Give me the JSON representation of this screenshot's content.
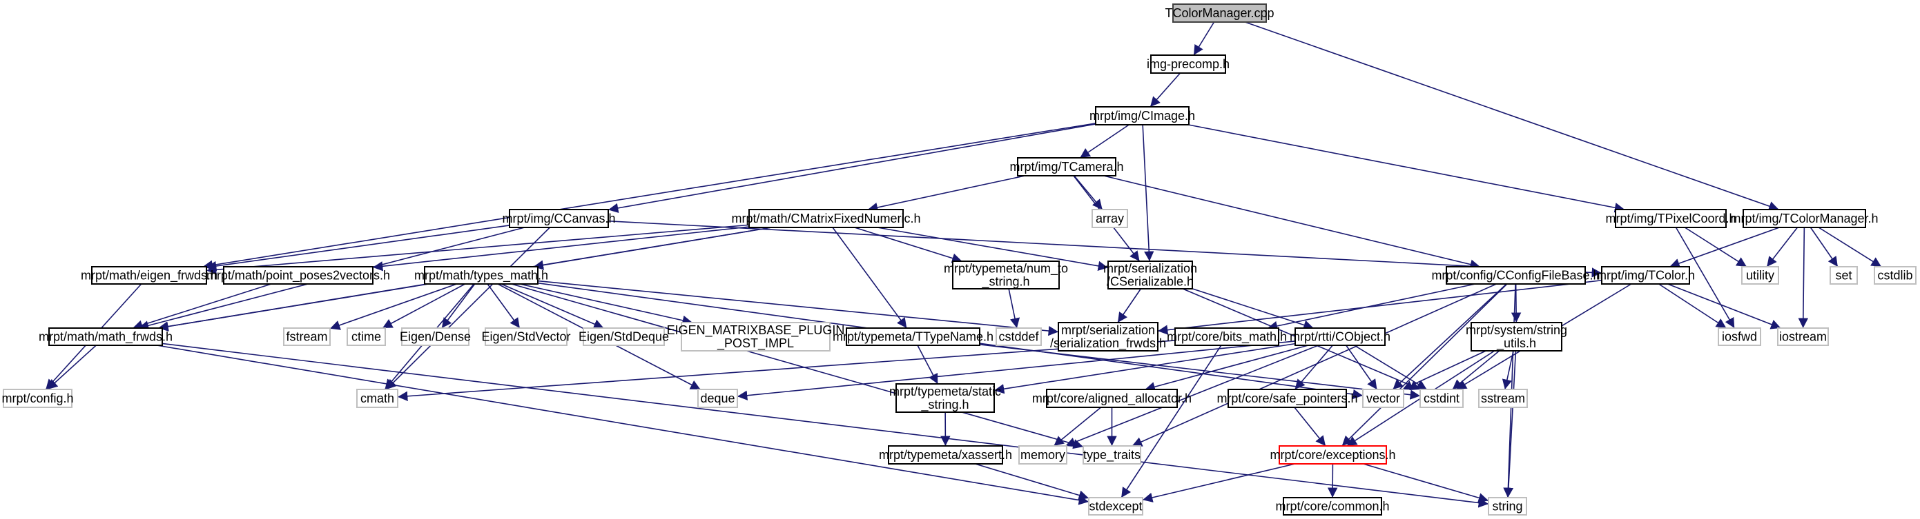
{
  "title": "TColorManager.cpp",
  "colors": {
    "edge": "#191970",
    "node_border": "#000000",
    "system_border": "#bfbfbf",
    "root_fill": "#bfbfbf",
    "error_border": "#ff0000"
  },
  "nodes": [
    {
      "id": "cpp",
      "lines": [
        "TColorManager.cpp"
      ],
      "kind": "root"
    },
    {
      "id": "imgprecomp",
      "lines": [
        "img-precomp.h"
      ],
      "kind": "header"
    },
    {
      "id": "cimage",
      "lines": [
        "mrpt/img/CImage.h"
      ],
      "kind": "header"
    },
    {
      "id": "tcamera",
      "lines": [
        "mrpt/img/TCamera.h"
      ],
      "kind": "header"
    },
    {
      "id": "ccanvas",
      "lines": [
        "mrpt/img/CCanvas.h"
      ],
      "kind": "header"
    },
    {
      "id": "cmatrix",
      "lines": [
        "mrpt/math/CMatrixFixedNumeric.h"
      ],
      "kind": "header"
    },
    {
      "id": "array",
      "lines": [
        "array"
      ],
      "kind": "system"
    },
    {
      "id": "tpixel",
      "lines": [
        "mrpt/img/TPixelCoord.h"
      ],
      "kind": "header"
    },
    {
      "id": "tcmh",
      "lines": [
        "mrpt/img/TColorManager.h"
      ],
      "kind": "header"
    },
    {
      "id": "eigenfrwds",
      "lines": [
        "mrpt/math/eigen_frwds.h"
      ],
      "kind": "header"
    },
    {
      "id": "pp2v",
      "lines": [
        "mrpt/math/point_poses2vectors.h"
      ],
      "kind": "header"
    },
    {
      "id": "typesmath",
      "lines": [
        "mrpt/math/types_math.h"
      ],
      "kind": "header"
    },
    {
      "id": "num2str",
      "lines": [
        "mrpt/typemeta/num_to",
        "_string.h"
      ],
      "kind": "header"
    },
    {
      "id": "cserial",
      "lines": [
        "mrpt/serialization",
        "/CSerializable.h"
      ],
      "kind": "header"
    },
    {
      "id": "cconfig",
      "lines": [
        "mrpt/config/CConfigFileBase.h"
      ],
      "kind": "header"
    },
    {
      "id": "tcolor",
      "lines": [
        "mrpt/img/TColor.h"
      ],
      "kind": "header"
    },
    {
      "id": "utility",
      "lines": [
        "utility"
      ],
      "kind": "system"
    },
    {
      "id": "set",
      "lines": [
        "set"
      ],
      "kind": "system"
    },
    {
      "id": "cstdlib",
      "lines": [
        "cstdlib"
      ],
      "kind": "system"
    },
    {
      "id": "mathfrwds",
      "lines": [
        "mrpt/math/math_frwds.h"
      ],
      "kind": "header"
    },
    {
      "id": "fstream",
      "lines": [
        "fstream"
      ],
      "kind": "system"
    },
    {
      "id": "ctime",
      "lines": [
        "ctime"
      ],
      "kind": "system"
    },
    {
      "id": "eigendense",
      "lines": [
        "Eigen/Dense"
      ],
      "kind": "system"
    },
    {
      "id": "eigenstdvec",
      "lines": [
        "Eigen/StdVector"
      ],
      "kind": "system"
    },
    {
      "id": "eigenstddeq",
      "lines": [
        "Eigen/StdDeque"
      ],
      "kind": "system"
    },
    {
      "id": "eigenplugin",
      "lines": [
        "EIGEN_MATRIXBASE_PLUGIN",
        "_POST_IMPL"
      ],
      "kind": "system"
    },
    {
      "id": "ttypename",
      "lines": [
        "mrpt/typemeta/TTypeName.h"
      ],
      "kind": "header"
    },
    {
      "id": "cstddef",
      "lines": [
        "cstddef"
      ],
      "kind": "system"
    },
    {
      "id": "serfrwds",
      "lines": [
        "mrpt/serialization",
        "/serialization_frwds.h"
      ],
      "kind": "header"
    },
    {
      "id": "bitsmath",
      "lines": [
        "mrpt/core/bits_math.h"
      ],
      "kind": "header"
    },
    {
      "id": "cobject",
      "lines": [
        "mrpt/rtti/CObject.h"
      ],
      "kind": "header"
    },
    {
      "id": "strutils",
      "lines": [
        "mrpt/system/string",
        "_utils.h"
      ],
      "kind": "header"
    },
    {
      "id": "iosfwd",
      "lines": [
        "iosfwd"
      ],
      "kind": "system"
    },
    {
      "id": "iostream",
      "lines": [
        "iostream"
      ],
      "kind": "system"
    },
    {
      "id": "config",
      "lines": [
        "mrpt/config.h"
      ],
      "kind": "system"
    },
    {
      "id": "cmath",
      "lines": [
        "cmath"
      ],
      "kind": "system"
    },
    {
      "id": "deque",
      "lines": [
        "deque"
      ],
      "kind": "system"
    },
    {
      "id": "staticstr",
      "lines": [
        "mrpt/typemeta/static",
        "_string.h"
      ],
      "kind": "header"
    },
    {
      "id": "alignedalloc",
      "lines": [
        "mrpt/core/aligned_allocator.h"
      ],
      "kind": "header"
    },
    {
      "id": "safeptr",
      "lines": [
        "mrpt/core/safe_pointers.h"
      ],
      "kind": "header"
    },
    {
      "id": "vector",
      "lines": [
        "vector"
      ],
      "kind": "system"
    },
    {
      "id": "cstdint",
      "lines": [
        "cstdint"
      ],
      "kind": "system"
    },
    {
      "id": "sstream",
      "lines": [
        "sstream"
      ],
      "kind": "system"
    },
    {
      "id": "xassert",
      "lines": [
        "mrpt/typemeta/xassert.h"
      ],
      "kind": "header"
    },
    {
      "id": "memory",
      "lines": [
        "memory"
      ],
      "kind": "system"
    },
    {
      "id": "typetraits",
      "lines": [
        "type_traits"
      ],
      "kind": "system"
    },
    {
      "id": "exceptions",
      "lines": [
        "mrpt/core/exceptions.h"
      ],
      "kind": "error"
    },
    {
      "id": "stdexcept",
      "lines": [
        "stdexcept"
      ],
      "kind": "system"
    },
    {
      "id": "common",
      "lines": [
        "mrpt/core/common.h"
      ],
      "kind": "header"
    },
    {
      "id": "string",
      "lines": [
        "string"
      ],
      "kind": "system"
    }
  ],
  "edges": [
    [
      "cpp",
      "imgprecomp"
    ],
    [
      "cpp",
      "tcmh"
    ],
    [
      "imgprecomp",
      "cimage"
    ],
    [
      "cimage",
      "tcamera"
    ],
    [
      "cimage",
      "ccanvas"
    ],
    [
      "cimage",
      "eigenfrwds"
    ],
    [
      "cimage",
      "cserial"
    ],
    [
      "cimage",
      "tpixel"
    ],
    [
      "tcamera",
      "cmatrix"
    ],
    [
      "tcamera",
      "array"
    ],
    [
      "tcamera",
      "cserial"
    ],
    [
      "tcamera",
      "cconfig"
    ],
    [
      "ccanvas",
      "eigenfrwds"
    ],
    [
      "ccanvas",
      "tcolor"
    ],
    [
      "ccanvas",
      "cmath"
    ],
    [
      "ccanvas",
      "mathfrwds"
    ],
    [
      "cmatrix",
      "eigenfrwds"
    ],
    [
      "cmatrix",
      "pp2v"
    ],
    [
      "cmatrix",
      "typesmath"
    ],
    [
      "cmatrix",
      "mathfrwds"
    ],
    [
      "cmatrix",
      "num2str"
    ],
    [
      "cmatrix",
      "cserial"
    ],
    [
      "cmatrix",
      "ttypename"
    ],
    [
      "pp2v",
      "mathfrwds"
    ],
    [
      "eigenfrwds",
      "config"
    ],
    [
      "typesmath",
      "mathfrwds"
    ],
    [
      "typesmath",
      "fstream"
    ],
    [
      "typesmath",
      "ctime"
    ],
    [
      "typesmath",
      "eigendense"
    ],
    [
      "typesmath",
      "eigenstdvec"
    ],
    [
      "typesmath",
      "eigenstddeq"
    ],
    [
      "typesmath",
      "eigenplugin"
    ],
    [
      "typesmath",
      "serfrwds"
    ],
    [
      "typesmath",
      "vector"
    ],
    [
      "typesmath",
      "deque"
    ],
    [
      "typesmath",
      "cmath"
    ],
    [
      "typesmath",
      "typetraits"
    ],
    [
      "mathfrwds",
      "config"
    ],
    [
      "mathfrwds",
      "stdexcept"
    ],
    [
      "mathfrwds",
      "string"
    ],
    [
      "num2str",
      "cstddef"
    ],
    [
      "cserial",
      "serfrwds"
    ],
    [
      "cserial",
      "cobject"
    ],
    [
      "cserial",
      "cstdint"
    ],
    [
      "ttypename",
      "staticstr"
    ],
    [
      "ttypename",
      "cstdint"
    ],
    [
      "staticstr",
      "xassert"
    ],
    [
      "xassert",
      "stdexcept"
    ],
    [
      "bitsmath",
      "cmath"
    ],
    [
      "bitsmath",
      "stdexcept"
    ],
    [
      "cobject",
      "deque"
    ],
    [
      "cobject",
      "memory"
    ],
    [
      "cobject",
      "staticstr"
    ],
    [
      "cobject",
      "alignedalloc"
    ],
    [
      "cobject",
      "safeptr"
    ],
    [
      "cobject",
      "vector"
    ],
    [
      "cobject",
      "cstdint"
    ],
    [
      "alignedalloc",
      "memory"
    ],
    [
      "alignedalloc",
      "typetraits"
    ],
    [
      "safeptr",
      "exceptions"
    ],
    [
      "exceptions",
      "stdexcept"
    ],
    [
      "exceptions",
      "common"
    ],
    [
      "exceptions",
      "string"
    ],
    [
      "cconfig",
      "bitsmath"
    ],
    [
      "cconfig",
      "vector"
    ],
    [
      "cconfig",
      "strutils"
    ],
    [
      "cconfig",
      "exceptions"
    ],
    [
      "cconfig",
      "typetraits"
    ],
    [
      "cconfig",
      "string"
    ],
    [
      "strutils",
      "vector"
    ],
    [
      "strutils",
      "cstdint"
    ],
    [
      "strutils",
      "sstream"
    ],
    [
      "strutils",
      "string"
    ],
    [
      "strutils",
      "exceptions"
    ],
    [
      "tcolor",
      "serfrwds"
    ],
    [
      "tcolor",
      "cstdint"
    ],
    [
      "tcolor",
      "iosfwd"
    ],
    [
      "tcolor",
      "iostream"
    ],
    [
      "tcmh",
      "tcolor"
    ],
    [
      "tcmh",
      "utility"
    ],
    [
      "tcmh",
      "iostream"
    ],
    [
      "tcmh",
      "set"
    ],
    [
      "tcmh",
      "cstdlib"
    ],
    [
      "tpixel",
      "utility"
    ],
    [
      "tpixel",
      "iosfwd"
    ]
  ]
}
